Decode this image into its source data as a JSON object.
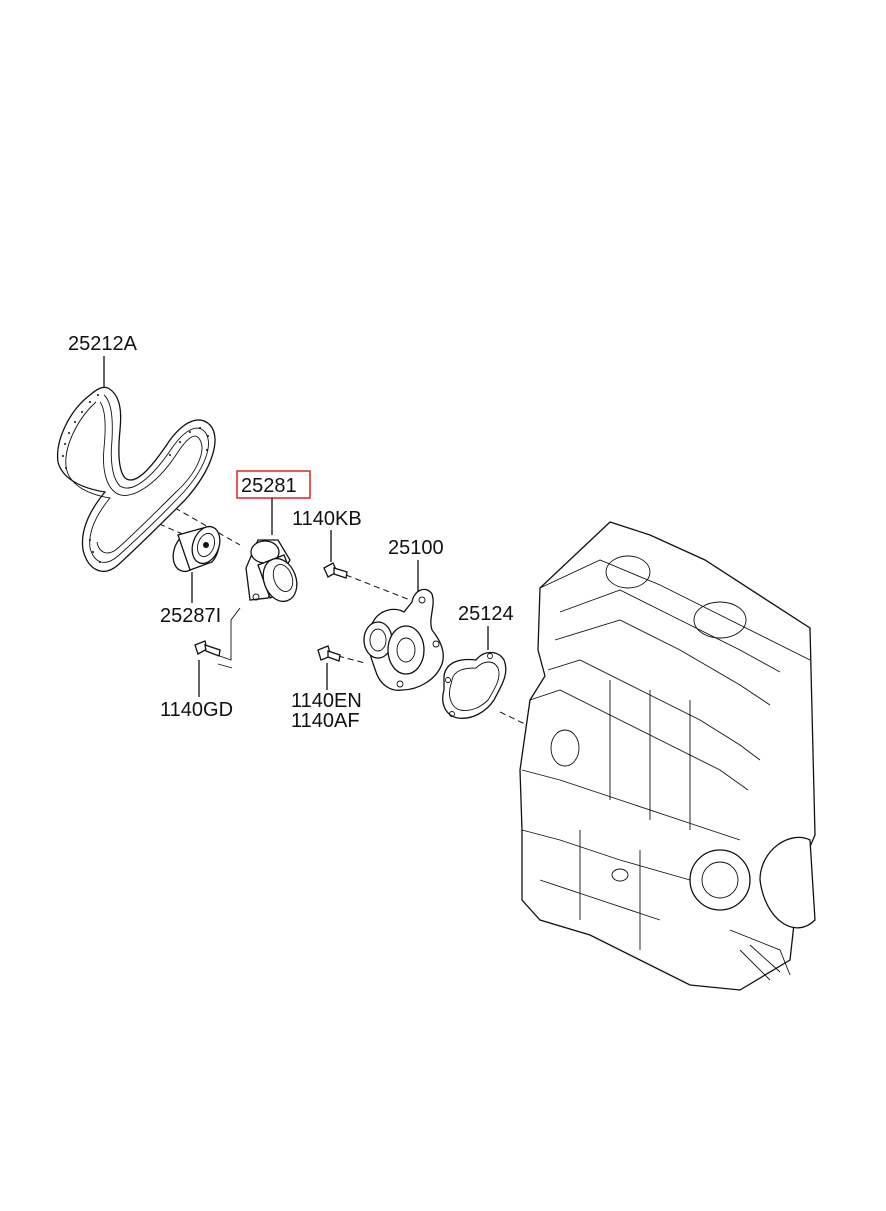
{
  "parts": [
    {
      "id": "belt",
      "number": "25212A"
    },
    {
      "id": "tensioner",
      "number": "25281",
      "highlighted": true
    },
    {
      "id": "idler",
      "number": "25287I"
    },
    {
      "id": "bolt-tensioner",
      "number": "1140GD"
    },
    {
      "id": "bolt-pump-top",
      "number": "1140KB"
    },
    {
      "id": "water-pump",
      "number": "25100"
    },
    {
      "id": "gasket",
      "number": "25124"
    },
    {
      "id": "bolt-pump",
      "number": "1140EN"
    },
    {
      "id": "bolt-pump-alt",
      "number": "1140AF"
    }
  ],
  "colors": {
    "highlight": "#e02020",
    "ink": "#111111"
  }
}
